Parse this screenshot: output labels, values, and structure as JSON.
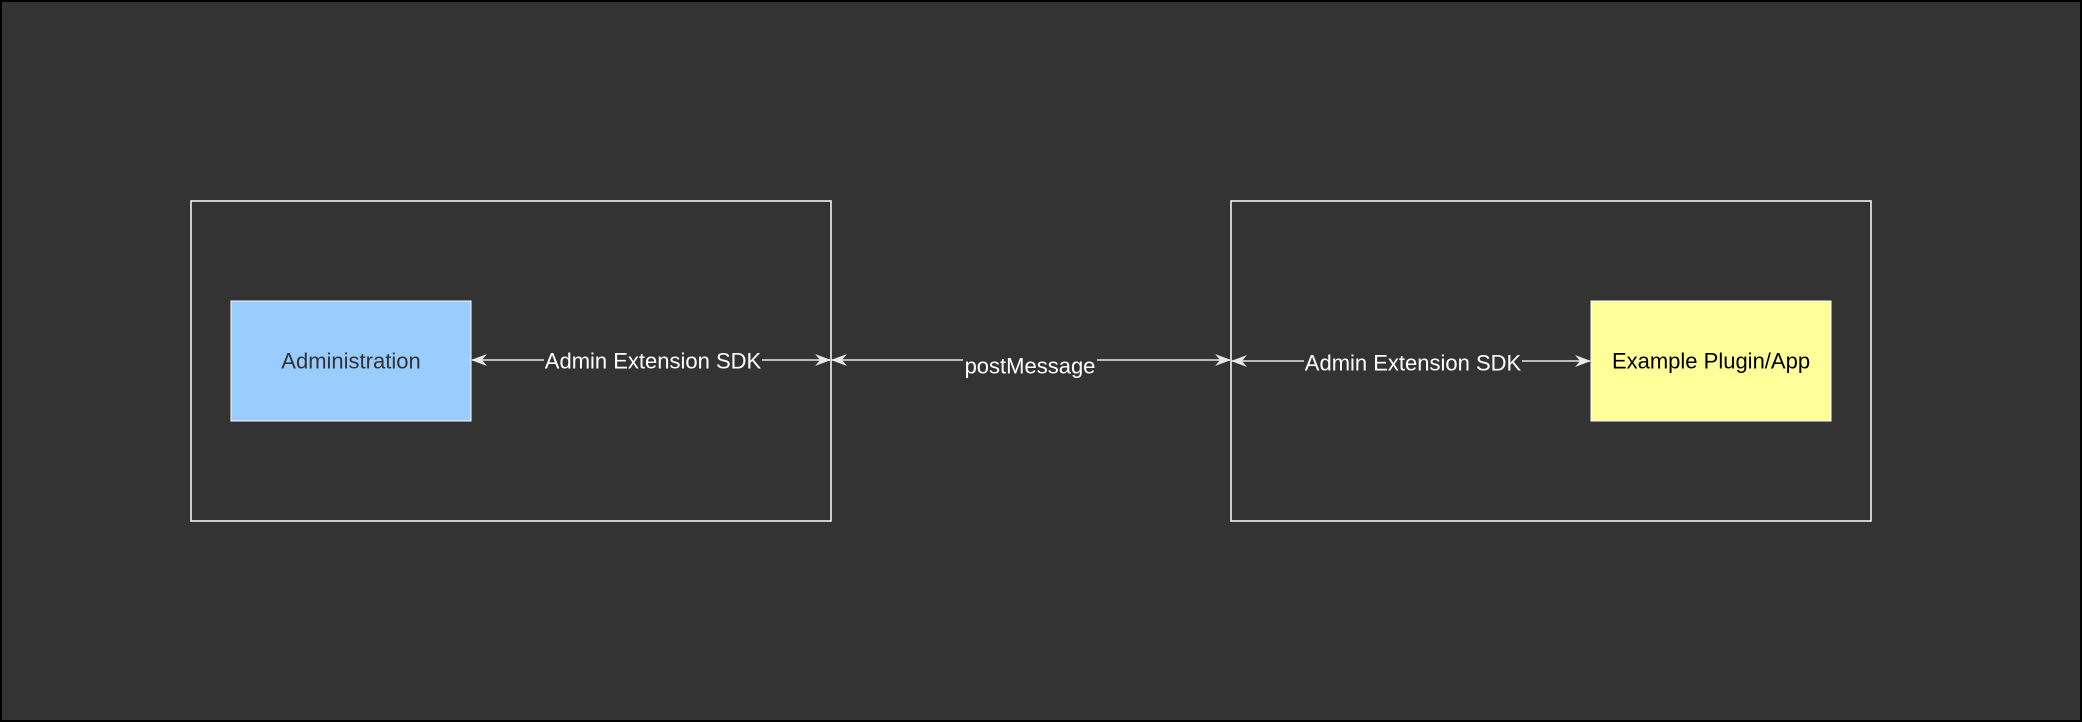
{
  "colors": {
    "background": "#333333",
    "frame": "#000000",
    "container_stroke": "#ffffff",
    "admin_fill": "#99ccff",
    "plugin_fill": "#ffff99",
    "connector": "#e8e8e8",
    "admin_text": "#333333",
    "plugin_text": "#000000",
    "label_text": "#ffffff"
  },
  "diagram": {
    "nodes": {
      "administration": "Administration",
      "plugin": "Example Plugin/App"
    },
    "edges": {
      "left_sdk": "Admin Extension SDK",
      "post_message": "postMessage",
      "right_sdk": "Admin Extension SDK"
    }
  }
}
